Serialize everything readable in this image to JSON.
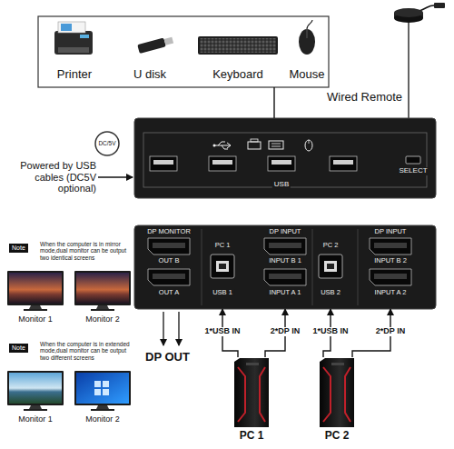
{
  "diagram": {
    "nodes": [
      {
        "text": [
          "Printer",
          "U disk",
          "Keyboard",
          "Mouse"
        ]
      },
      {
        "text": [
          "USB",
          "SELECT"
        ]
      },
      {
        "text": [
          "DP MONITOR",
          "OUT B",
          "OUT A",
          "PC 1",
          "DP INPUT",
          "INPUT B 1",
          "USB 1",
          "INPUT A 1",
          "PC 2",
          "DP INPUT",
          "INPUT B 2",
          "USB 2",
          "INPUT A 2"
        ]
      },
      {
        "text": [
          "PC 1"
        ]
      },
      {
        "text": [
          "PC 2"
        ]
      }
    ],
    "edges": [
      {
        "from": 0,
        "to": 1,
        "arrow": "none"
      },
      {
        "from": 3,
        "to": 2,
        "label": "1*USB IN",
        "arrow": "to"
      },
      {
        "from": 3,
        "to": 2,
        "label": "2*DP IN",
        "arrow": "to"
      },
      {
        "from": 4,
        "to": 2,
        "label": "1*USB IN",
        "arrow": "to"
      },
      {
        "from": 4,
        "to": 2,
        "label": "2*DP IN",
        "arrow": "to"
      }
    ],
    "labels": [
      "Wired Remote",
      "Powered by USB cables (DC5V optional)",
      "DC/5V",
      "Note",
      "When the computer is in mirror mode,dual monitor can be output two identical screens",
      "Monitor 1",
      "Monitor 2",
      "Note",
      "When the computer is in extended mode,dual monitor can be output two different screens",
      "Monitor 1",
      "Monitor 2",
      "DP OUT"
    ]
  }
}
